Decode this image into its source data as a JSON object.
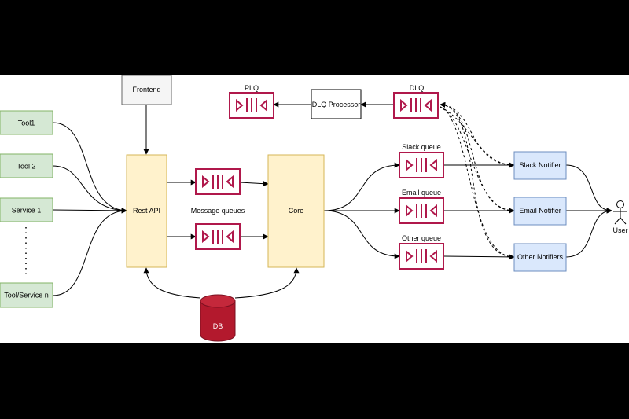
{
  "nodes": {
    "tools": [
      "Tool1",
      "Tool 2",
      "Service 1",
      "Tool/Service n"
    ],
    "frontend": "Frontend",
    "rest_api": "Rest API",
    "message_queues": "Message queues",
    "core": "Core",
    "db": "DB",
    "plq": "PLQ",
    "dlq_processor": "DLQ Processor",
    "dlq": "DLQ",
    "queues": [
      "Slack queue",
      "Email queue",
      "Other queue"
    ],
    "notifiers": [
      "Slack Notifier",
      "Email Notifier",
      "Other Notifiers"
    ],
    "user": "User"
  },
  "colors": {
    "tool_fill": "#d5e8d4",
    "tool_stroke": "#82b366",
    "api_fill": "#fff2cc",
    "api_stroke": "#d6b656",
    "notifier_fill": "#dae8fc",
    "notifier_stroke": "#6c8ebf",
    "queue_stroke": "#b0184b",
    "db_fill": "#b3192d",
    "frontend_fill": "#f5f5f5",
    "frontend_stroke": "#666666"
  }
}
